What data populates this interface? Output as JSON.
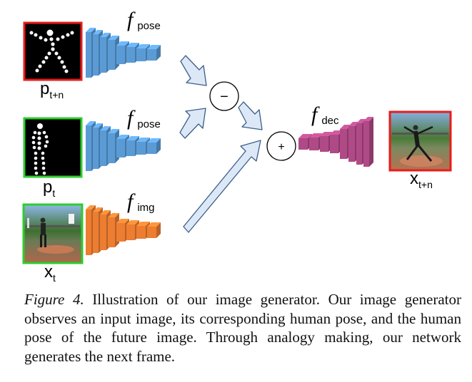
{
  "diagram": {
    "inputs": {
      "pose_future_label": "p",
      "pose_future_sub": "t+n",
      "pose_current_label": "p",
      "pose_current_sub": "t",
      "image_current_label": "x",
      "image_current_sub": "t"
    },
    "encoders": {
      "pose_top": {
        "symbol": "f",
        "sub": "pose"
      },
      "pose_mid": {
        "symbol": "f",
        "sub": "pose"
      },
      "image": {
        "symbol": "f",
        "sub": "img"
      }
    },
    "operators": {
      "minus": "−",
      "plus": "+"
    },
    "decoder": {
      "symbol": "f",
      "sub": "dec"
    },
    "output": {
      "label": "x",
      "sub": "t+n"
    },
    "colors": {
      "pose_encoder": "#5b9bd5",
      "image_encoder": "#ed7d31",
      "decoder": "#b04a86",
      "future_border": "#e81c1c",
      "current_border": "#2ecc2e",
      "arrow_fill": "#dde8f7",
      "arrow_stroke": "#3a5f8a"
    }
  },
  "caption": {
    "lead": "Figure 4.",
    "text": " Illustration of our image generator. Our image generator observes an input image, its corresponding human pose, and the human pose of the future image. Through analogy making, our network generates the next frame."
  }
}
